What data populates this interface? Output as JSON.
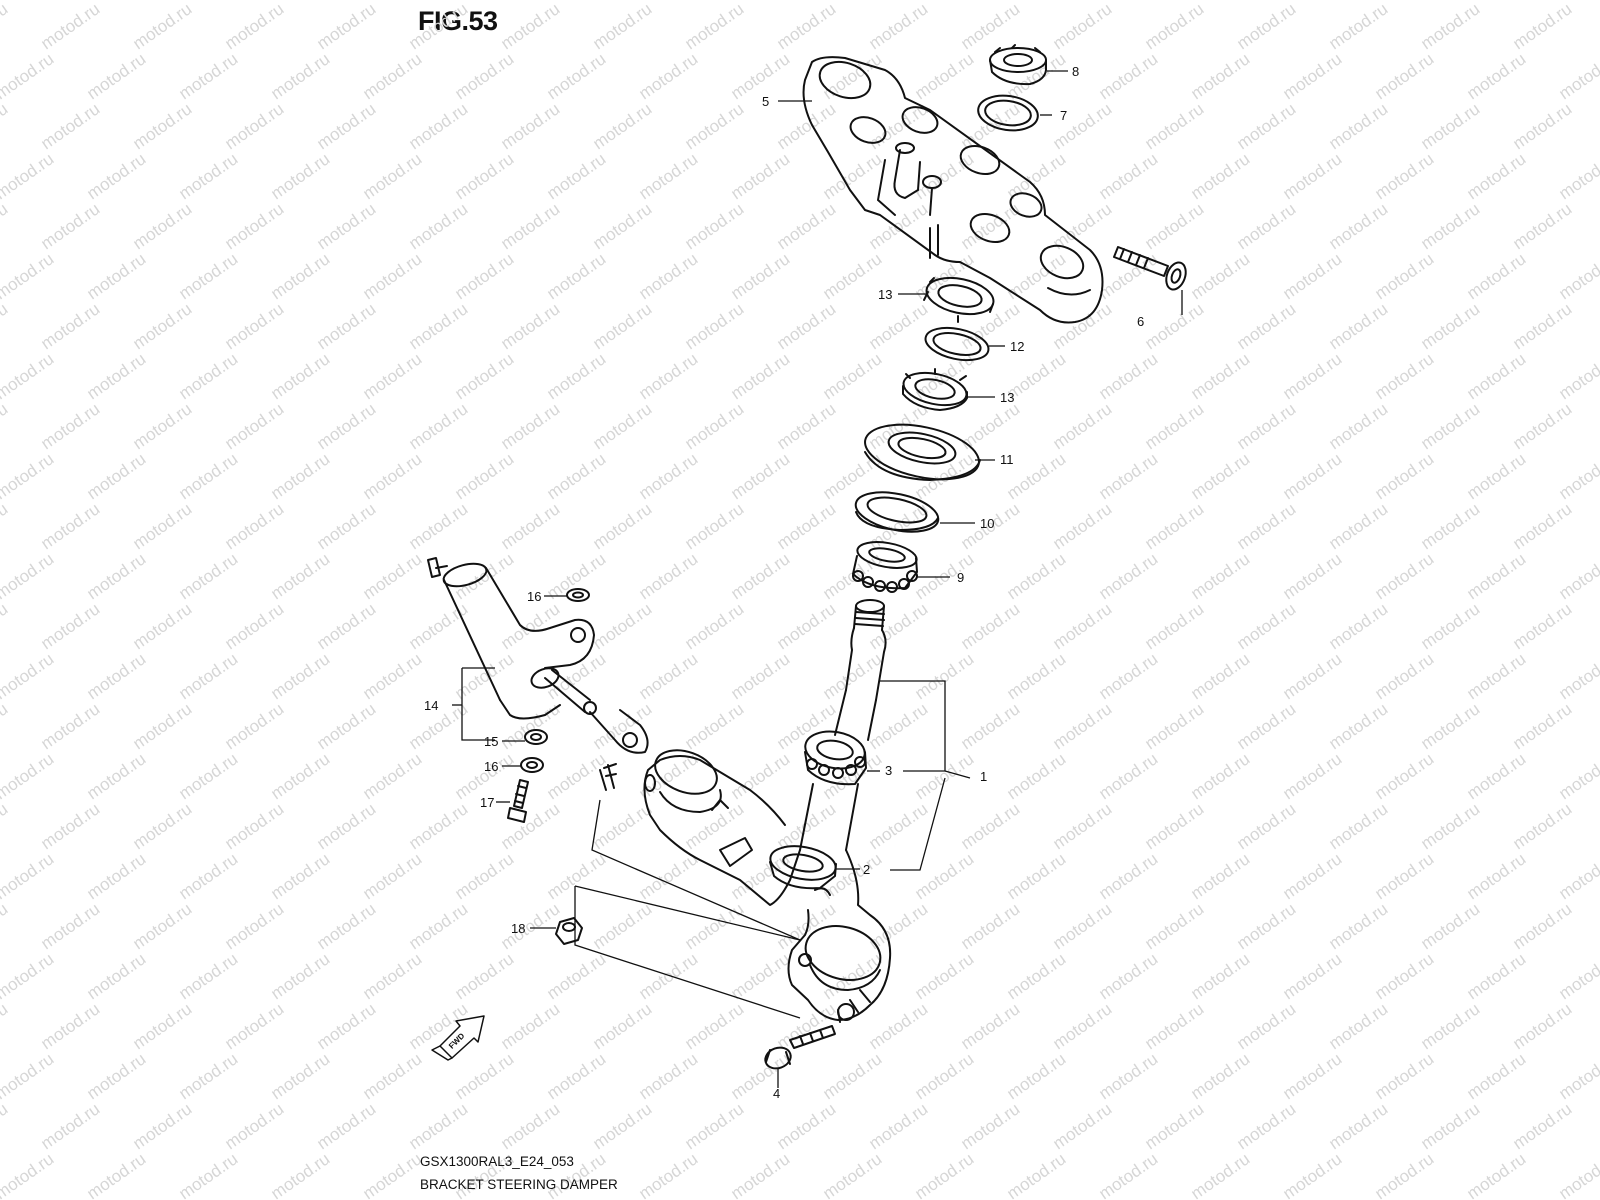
{
  "figure": {
    "title": "FIG.53",
    "code": "GSX1300RAL3_E24_053",
    "name": "BRACKET STEERING DAMPER",
    "watermark": "motod.ru",
    "fwd_badge": "FWD"
  },
  "callouts": [
    "1",
    "2",
    "3",
    "4",
    "5",
    "6",
    "7",
    "8",
    "9",
    "10",
    "11",
    "12",
    "13",
    "13",
    "14",
    "15",
    "16",
    "16",
    "17",
    "18"
  ],
  "colors": {
    "ink": "#111111",
    "watermark": "#d6d6d6",
    "background": "#ffffff"
  }
}
